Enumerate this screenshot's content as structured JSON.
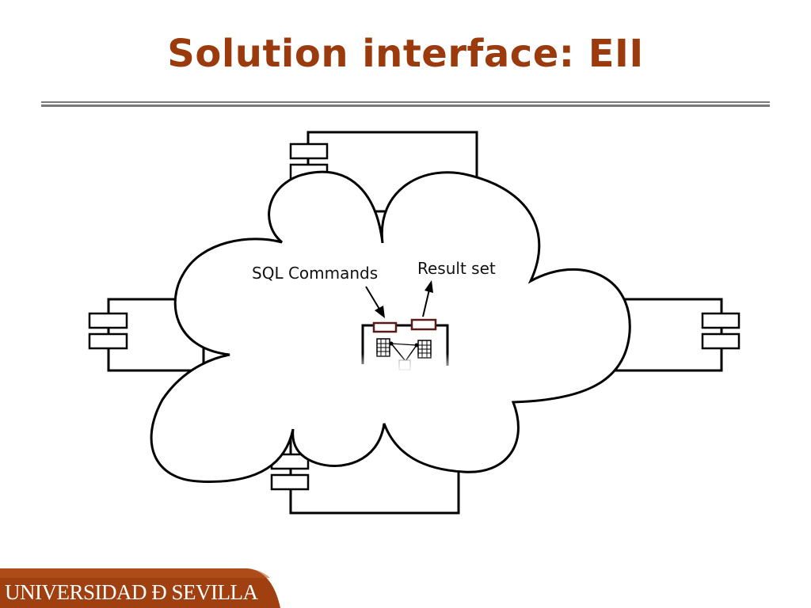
{
  "slide": {
    "title": "Solution interface: EII",
    "footer_text": "UNIVERSIDAD Ð SEVILLA",
    "title_color": "#9b3a0c",
    "footer_color": "#a04010"
  },
  "diagram": {
    "label_sql_commands": "SQL Commands",
    "label_result_set": "Result set"
  }
}
